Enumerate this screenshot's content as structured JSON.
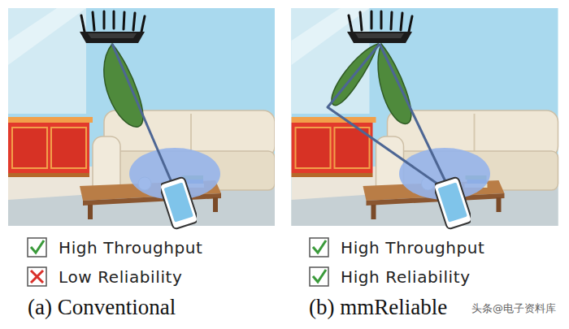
{
  "diagram": {
    "labels": [
      "High Throughput",
      "Low Reliability",
      "(a) Conventional",
      "High Throughput",
      "High Reliability",
      "(b) mmReliable",
      "头条@电子资料库"
    ]
  }
}
